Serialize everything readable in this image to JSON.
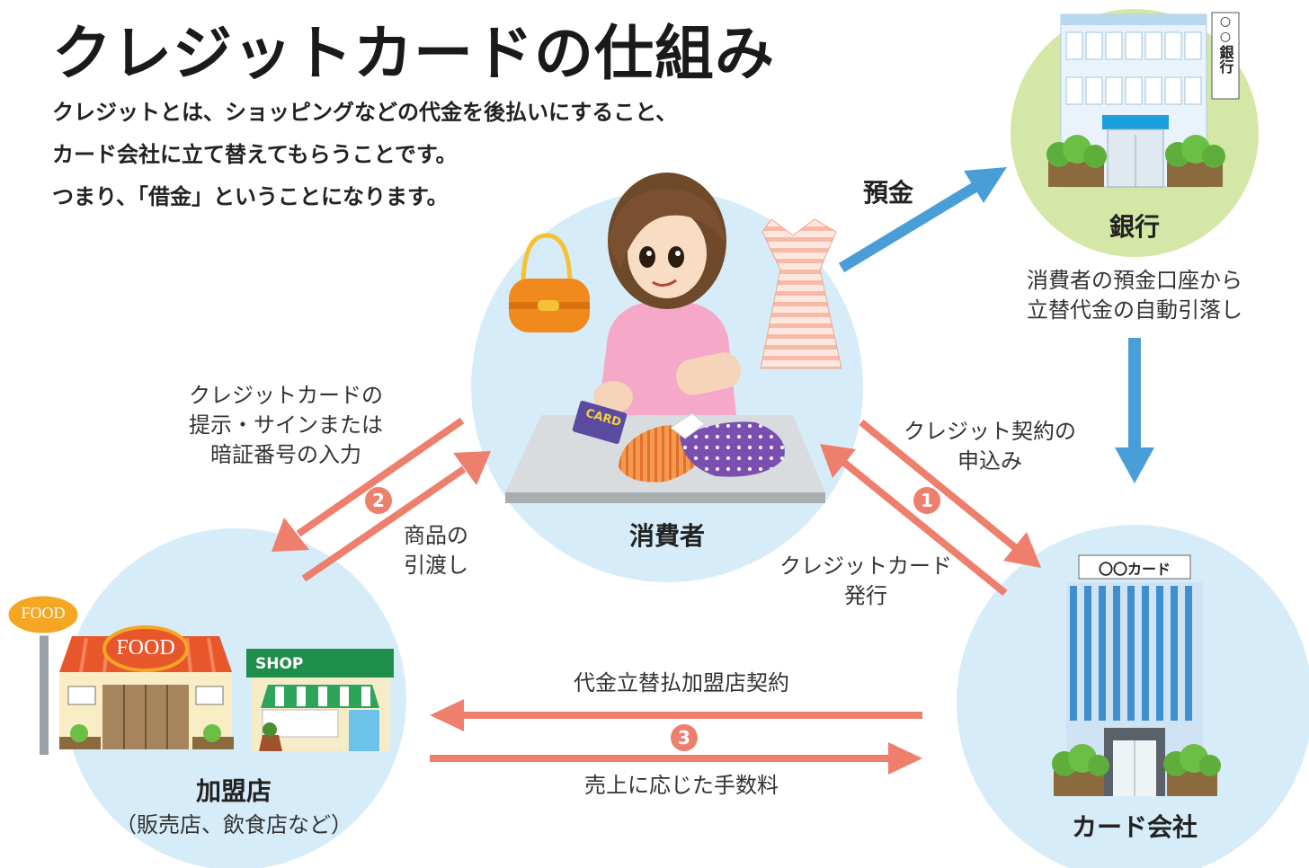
{
  "title": "クレジットカードの仕組み",
  "intro": [
    "クレジットとは、ショッピングなどの代金を後払いにすること、",
    "カード会社に立て替えてもらうことです。",
    "つまり、「借金」ということになります。"
  ],
  "nodes": {
    "consumer": "消費者",
    "bank": "銀行",
    "bank_sign": "銀行",
    "card_company": "カード会社",
    "card_company_sign": "〇〇カード",
    "merchant": "加盟店",
    "merchant_sub": "（販売店、飲食店など）"
  },
  "card_text": "CARD",
  "store_signs": {
    "food": "FOOD",
    "food_pole": "FOOD",
    "shop": "SHOP"
  },
  "flows": {
    "deposit": "預金",
    "bank_debit": [
      "消費者の預金口座から",
      "立替代金の自動引落し"
    ],
    "present_card": [
      "クレジットカードの",
      "提示・サインまたは",
      "暗証番号の入力"
    ],
    "deliver_goods": [
      "商品の",
      "引渡し"
    ],
    "apply_contract": [
      "クレジット契約の",
      "申込み"
    ],
    "issue_card": [
      "クレジットカード",
      "発行"
    ],
    "merchant_contract": "代金立替払加盟店契約",
    "fee": "売上に応じた手数料"
  },
  "steps": {
    "one": "1",
    "two": "2",
    "three": "3"
  },
  "colors": {
    "circle": "#d6ecf8",
    "bank_circle": "#d4e7a6",
    "salmon_arrow": "#ee7f6d",
    "blue_arrow": "#4a9ed8"
  }
}
